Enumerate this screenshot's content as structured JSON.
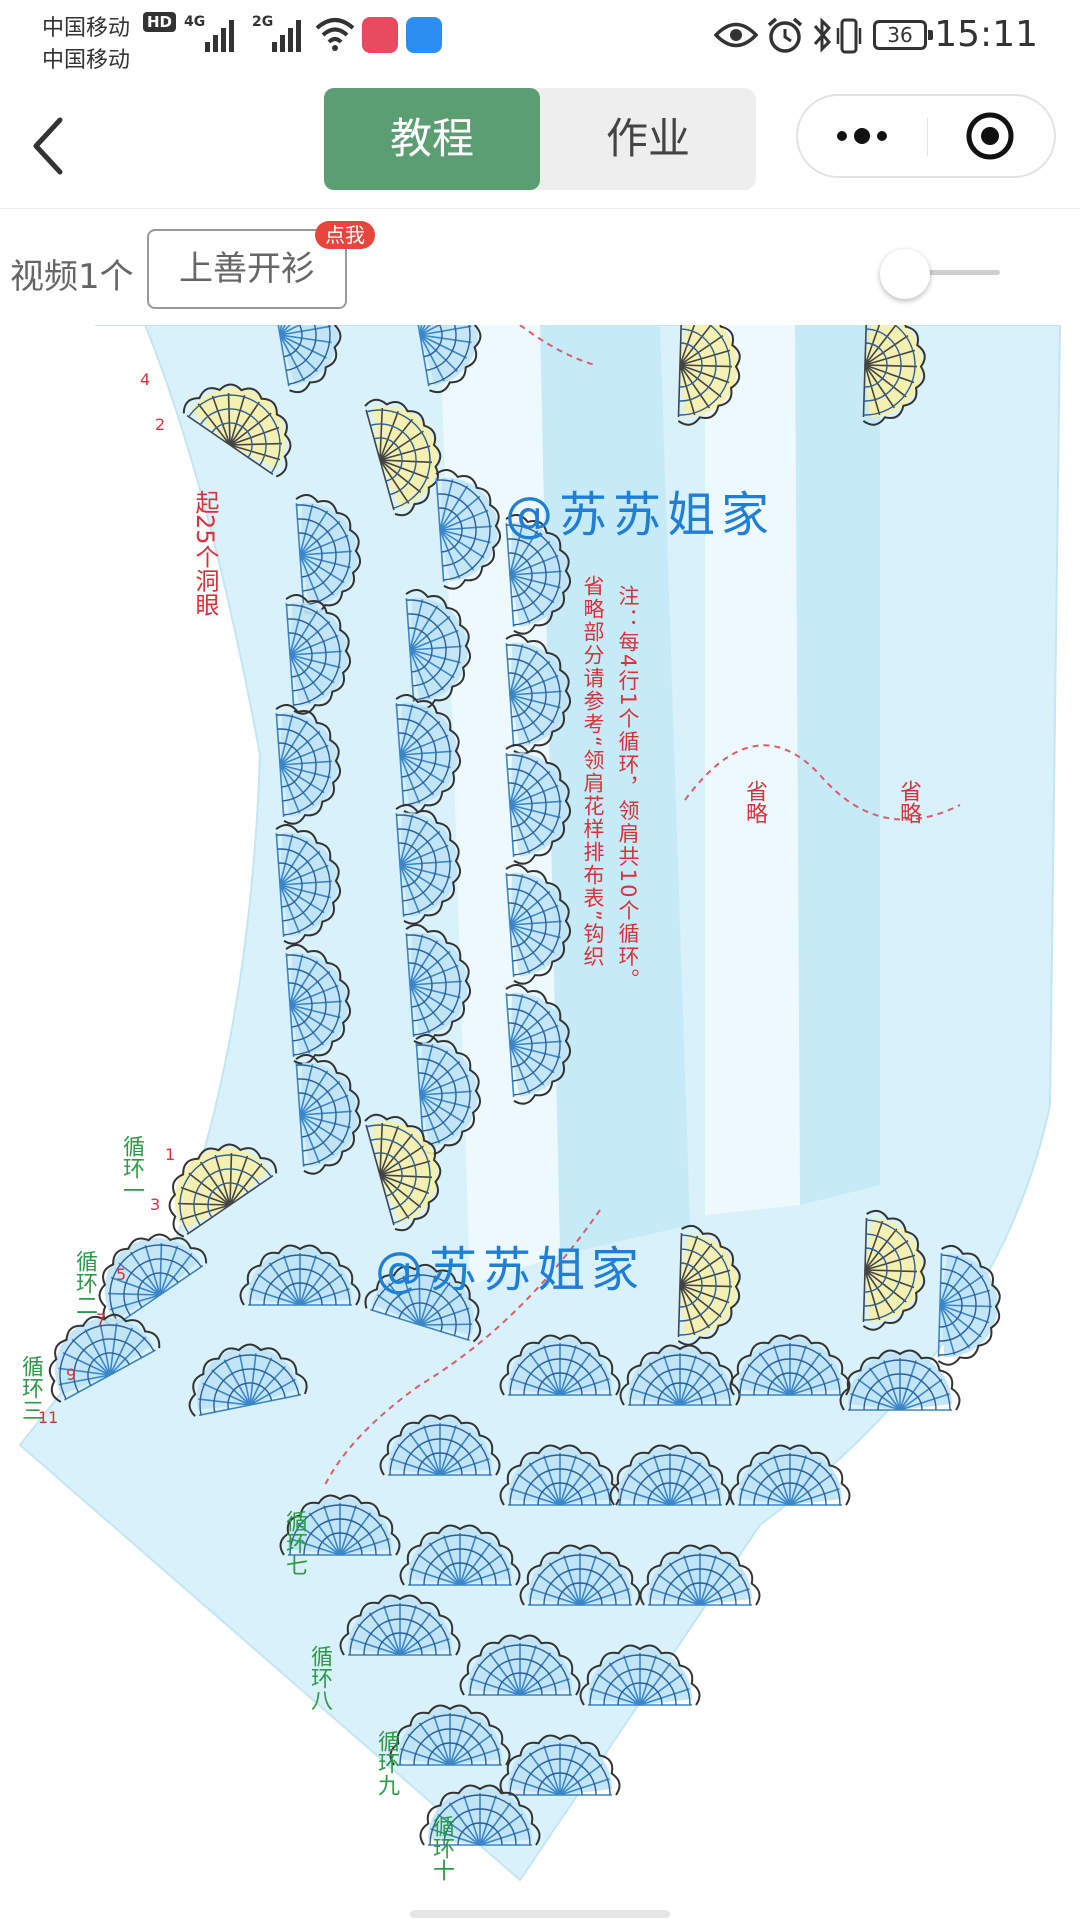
{
  "status_bar": {
    "carrier_1": "中国移动",
    "carrier_2": "中国移动",
    "hd": "HD",
    "net_1": "4G",
    "net_2": "2G",
    "battery": "36",
    "time": "15:11"
  },
  "nav": {
    "tab_tutorial": "教程",
    "tab_homework": "作业",
    "active_tab": "教程"
  },
  "toolbar": {
    "video_count": "视频1个",
    "chip_label": "上善开衫",
    "chip_badge": "点我"
  },
  "diagram": {
    "watermark_top": "@苏苏姐家",
    "watermark_bottom": "@苏苏姐家",
    "start_label": "起25个洞眼",
    "note_line_1": "注：每4行1个循环，领肩共10个循环。",
    "note_line_2": "省略部分请参考“领肩花样排布表”钩织",
    "omit_1": "省略",
    "omit_2": "省略",
    "loop_labels": [
      "循环一",
      "循环二",
      "循环三",
      "循环七",
      "循环八",
      "循环九",
      "循环十"
    ],
    "row_numbers_top": [
      "4",
      "2"
    ],
    "row_numbers_bottom": [
      "1",
      "3",
      "5",
      "7",
      "9",
      "11"
    ]
  },
  "colors": {
    "accent_green": "#5b9e72",
    "badge_red": "#e8453c",
    "watermark_blue": "#1f7fd6",
    "loop_green": "#2e9a48",
    "note_red": "#d8323a",
    "diagram_bg": "#d8f1fb",
    "fan_yellow": "#f6f0a8"
  },
  "icons": [
    "back-arrow-icon",
    "more-dots-icon",
    "close-miniprogram-icon",
    "wifi-icon",
    "signal-icon",
    "eye-icon",
    "alarm-icon",
    "bluetooth-icon",
    "vibrate-icon",
    "battery-icon"
  ]
}
